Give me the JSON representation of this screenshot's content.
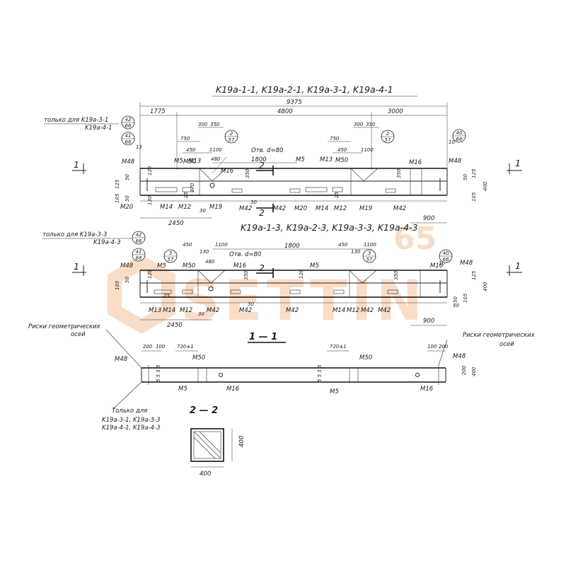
{
  "titles": {
    "top_series": "K19a-1-1, K19a-2-1, K19a-3-1, K19a-4-1",
    "mid_series": "K19a-1-3, K19a-2-3, K19a-3-3, K19a-4-3",
    "section_1": "1 — 1",
    "section_2": "2 — 2"
  },
  "notes": {
    "only_for_top_1": "только для K19a-3-1",
    "only_for_top_2": "K19a-4-1",
    "only_for_mid_1": "только для K19a-3-3",
    "only_for_mid_2": "K19a-4-3",
    "axis_marks_left_1": "Риски геометрических",
    "axis_marks_left_2": "осей",
    "axis_marks_right_1": "Риски геометрических",
    "axis_marks_right_2": "осей",
    "only_for_bottom_1": "Только для",
    "only_for_bottom_2": "K19a-3-1, K19a-3-3",
    "only_for_bottom_3": "K19a-4-1, K19a-4-3"
  },
  "top_beam": {
    "overall": "9375",
    "seg_left": "1775",
    "seg_mid": "4800",
    "seg_right": "3000",
    "d300a": "300",
    "d350a": "350",
    "d300b": "300",
    "d350b": "350",
    "d750a": "750",
    "d750b": "750",
    "d450a": "450",
    "d450b": "450",
    "d1100a": "1100",
    "d1100b": "1100",
    "d480": "480",
    "d1800": "1800",
    "hole": "Отв. d=80",
    "d2450": "2450",
    "d900": "900",
    "h50a": "50",
    "h125a": "125",
    "h105a": "105",
    "h50b": "50",
    "h120": "120",
    "h130": "130",
    "h350a": "350",
    "h350b": "350",
    "h125b": "125",
    "h105b": "105",
    "h50c": "50",
    "h400": "400",
    "d270": "270",
    "d30a": "30",
    "d30b": "30",
    "d25a": "25",
    "d25b": "25",
    "d15": "15",
    "d10": "10",
    "m48a": "M48",
    "m5a": "M5",
    "m13a": "M13",
    "m50a": "M50",
    "m16a": "M16",
    "m20a": "M20",
    "m14a": "M14",
    "m12a": "M12",
    "m19a": "M19",
    "m42a": "M42",
    "m42b": "M42",
    "m5b": "M5",
    "m13b": "M13",
    "m50b": "M50",
    "m20b": "M20",
    "m14b": "M14",
    "m12b": "M12",
    "m19b": "M19",
    "m42c": "M42",
    "m16b": "M16",
    "m48b": "M48",
    "sec1_l": "1",
    "sec1_r": "1",
    "sec2_top": "2",
    "sec2_bot": "2"
  },
  "mid_beam": {
    "d450a": "450",
    "d450b": "450",
    "d1100a": "1100",
    "d1100b": "1100",
    "d1800": "1800",
    "d130a": "130",
    "d130b": "130",
    "d480": "480",
    "hole": "Отв. d=80",
    "d2450": "2450",
    "d900": "900",
    "h105a": "105",
    "h50a": "50",
    "h120a": "120",
    "h120b": "120",
    "h350a": "350",
    "h350b": "350",
    "h125": "125",
    "h105b": "105",
    "h50b": "50",
    "h400": "400",
    "d25": "25",
    "d30a": "30",
    "d30b": "30",
    "d50": "50",
    "d10": "10",
    "m48a": "M48",
    "m5a": "M5",
    "m50a": "M50",
    "m16a": "M16",
    "m13a": "M13",
    "m14a": "M14",
    "m12a": "M12",
    "m42a": "M42",
    "m42b": "M42",
    "m42c": "M42",
    "m5b": "M5",
    "m14b": "M14",
    "m12b": "M12",
    "m42d": "M42",
    "m16b": "M16",
    "m48b": "M48",
    "m42e": "M42",
    "sec1_l": "1",
    "sec1_r": "1",
    "sec2": "2"
  },
  "plan": {
    "d200a": "200",
    "d100a": "100",
    "d720a": "720±1",
    "d720b": "720±1",
    "d100b": "100",
    "d200b": "200",
    "d200c": "200",
    "d400": "400",
    "m48a": "M48",
    "m48b": "M48",
    "m50a": "M50",
    "m50b": "M50",
    "m5a": "M5",
    "m5b": "M5",
    "m16a": "M16",
    "m16b": "M16",
    "v_ticks_l": "5 5 5 5",
    "v_ticks_r": "5 5 5 5"
  },
  "section22": {
    "w": "400",
    "h": "400"
  },
  "circles": [
    {
      "top": "42",
      "bot": "66"
    },
    {
      "top": "41",
      "bot": "66"
    },
    {
      "top": "2",
      "bot": "57"
    },
    {
      "top": "2",
      "bot": "57"
    },
    {
      "top": "40",
      "bot": "66"
    },
    {
      "top": "42",
      "bot": "66"
    },
    {
      "top": "41",
      "bot": "66"
    },
    {
      "top": "3",
      "bot": "57"
    },
    {
      "top": "3",
      "bot": "57"
    },
    {
      "top": "40",
      "bot": "66"
    }
  ],
  "watermark": {
    "text": "SETTIN",
    "num": "65",
    "color": "#f0883a"
  }
}
